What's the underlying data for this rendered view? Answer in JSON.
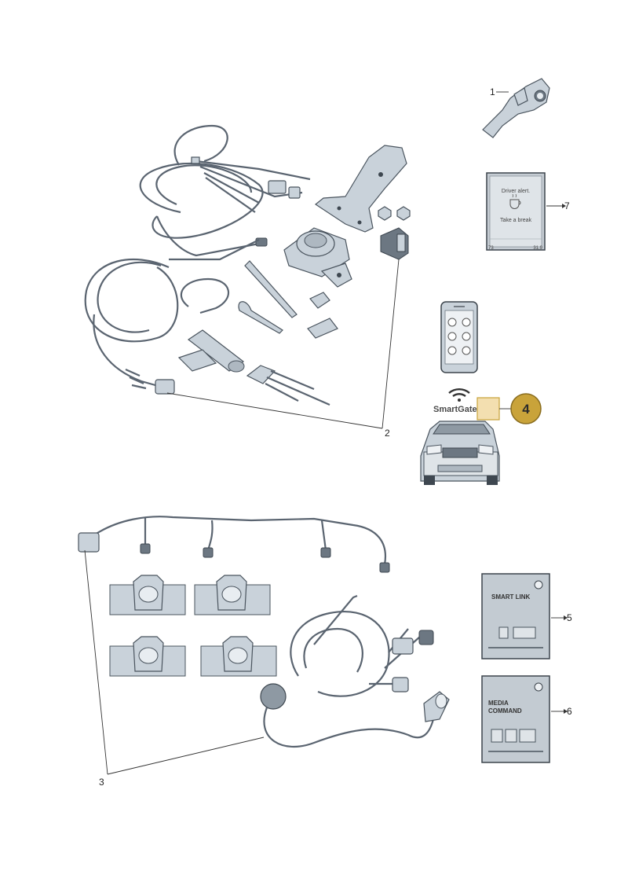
{
  "callouts": {
    "c1": "1",
    "c2": "2",
    "c3": "3",
    "c4": "4",
    "c5": "5",
    "c6": "6",
    "c7": "7"
  },
  "display": {
    "line1": "Driver alert.",
    "line2": "Take a break",
    "left_value": "73",
    "right_value": "31,9"
  },
  "smartgate_label": "SmartGate",
  "booklets": {
    "smart_link": "SMART LINK",
    "media_command_line1": "MEDIA",
    "media_command_line2": "COMMAND"
  },
  "colors": {
    "badge_fill": "#c9a33a",
    "highlight_fill": "#f3dfb0",
    "part_fill": "#c9d2da",
    "outline": "#4a545e"
  }
}
